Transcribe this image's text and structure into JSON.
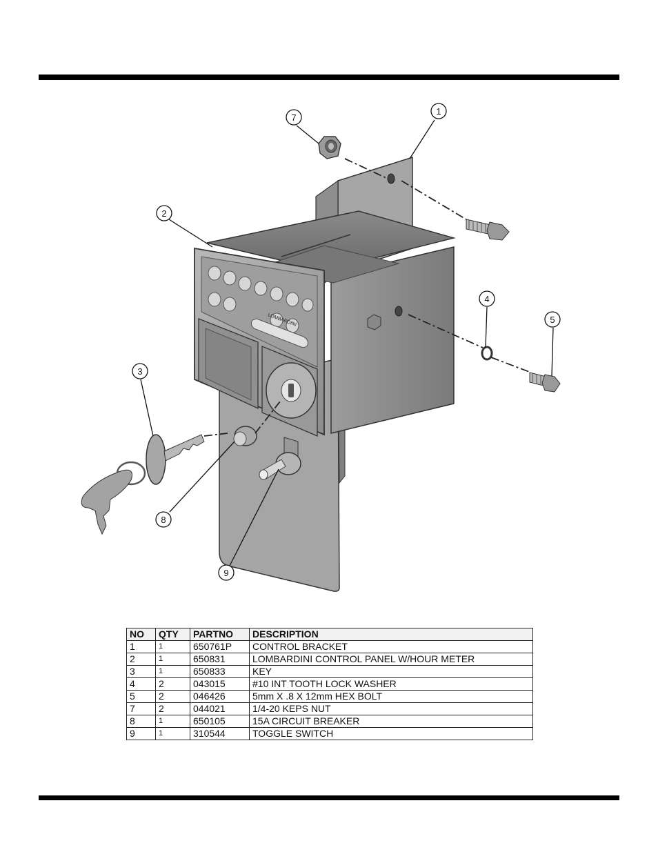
{
  "callouts": [
    "1",
    "2",
    "3",
    "4",
    "5",
    "7",
    "8",
    "9"
  ],
  "panel_logo_text": "LOMBARDINI",
  "table": {
    "headers": [
      "NO",
      "QTY",
      "PARTNO",
      "DESCRIPTION"
    ],
    "rows": [
      [
        "1",
        "1",
        "650761P",
        "CONTROL BRACKET"
      ],
      [
        "2",
        "1",
        "650831",
        "LOMBARDINI CONTROL PANEL W/HOUR METER"
      ],
      [
        "3",
        "1",
        "650833",
        "KEY"
      ],
      [
        "4",
        "2",
        "043015",
        "#10 INT TOOTH LOCK WASHER"
      ],
      [
        "5",
        "2",
        "046426",
        "5mm X .8 X 12mm HEX BOLT"
      ],
      [
        "7",
        "2",
        "044021",
        "1/4-20 KEPS NUT"
      ],
      [
        "8",
        "1",
        "650105",
        "15A CIRCUIT BREAKER"
      ],
      [
        "9",
        "1",
        "310544",
        "TOGGLE SWITCH"
      ]
    ]
  },
  "colors": {
    "rule": "#000000",
    "part_fill": "#9a9a9a",
    "part_dark": "#6e6e6e",
    "part_light": "#c4c4c4"
  }
}
